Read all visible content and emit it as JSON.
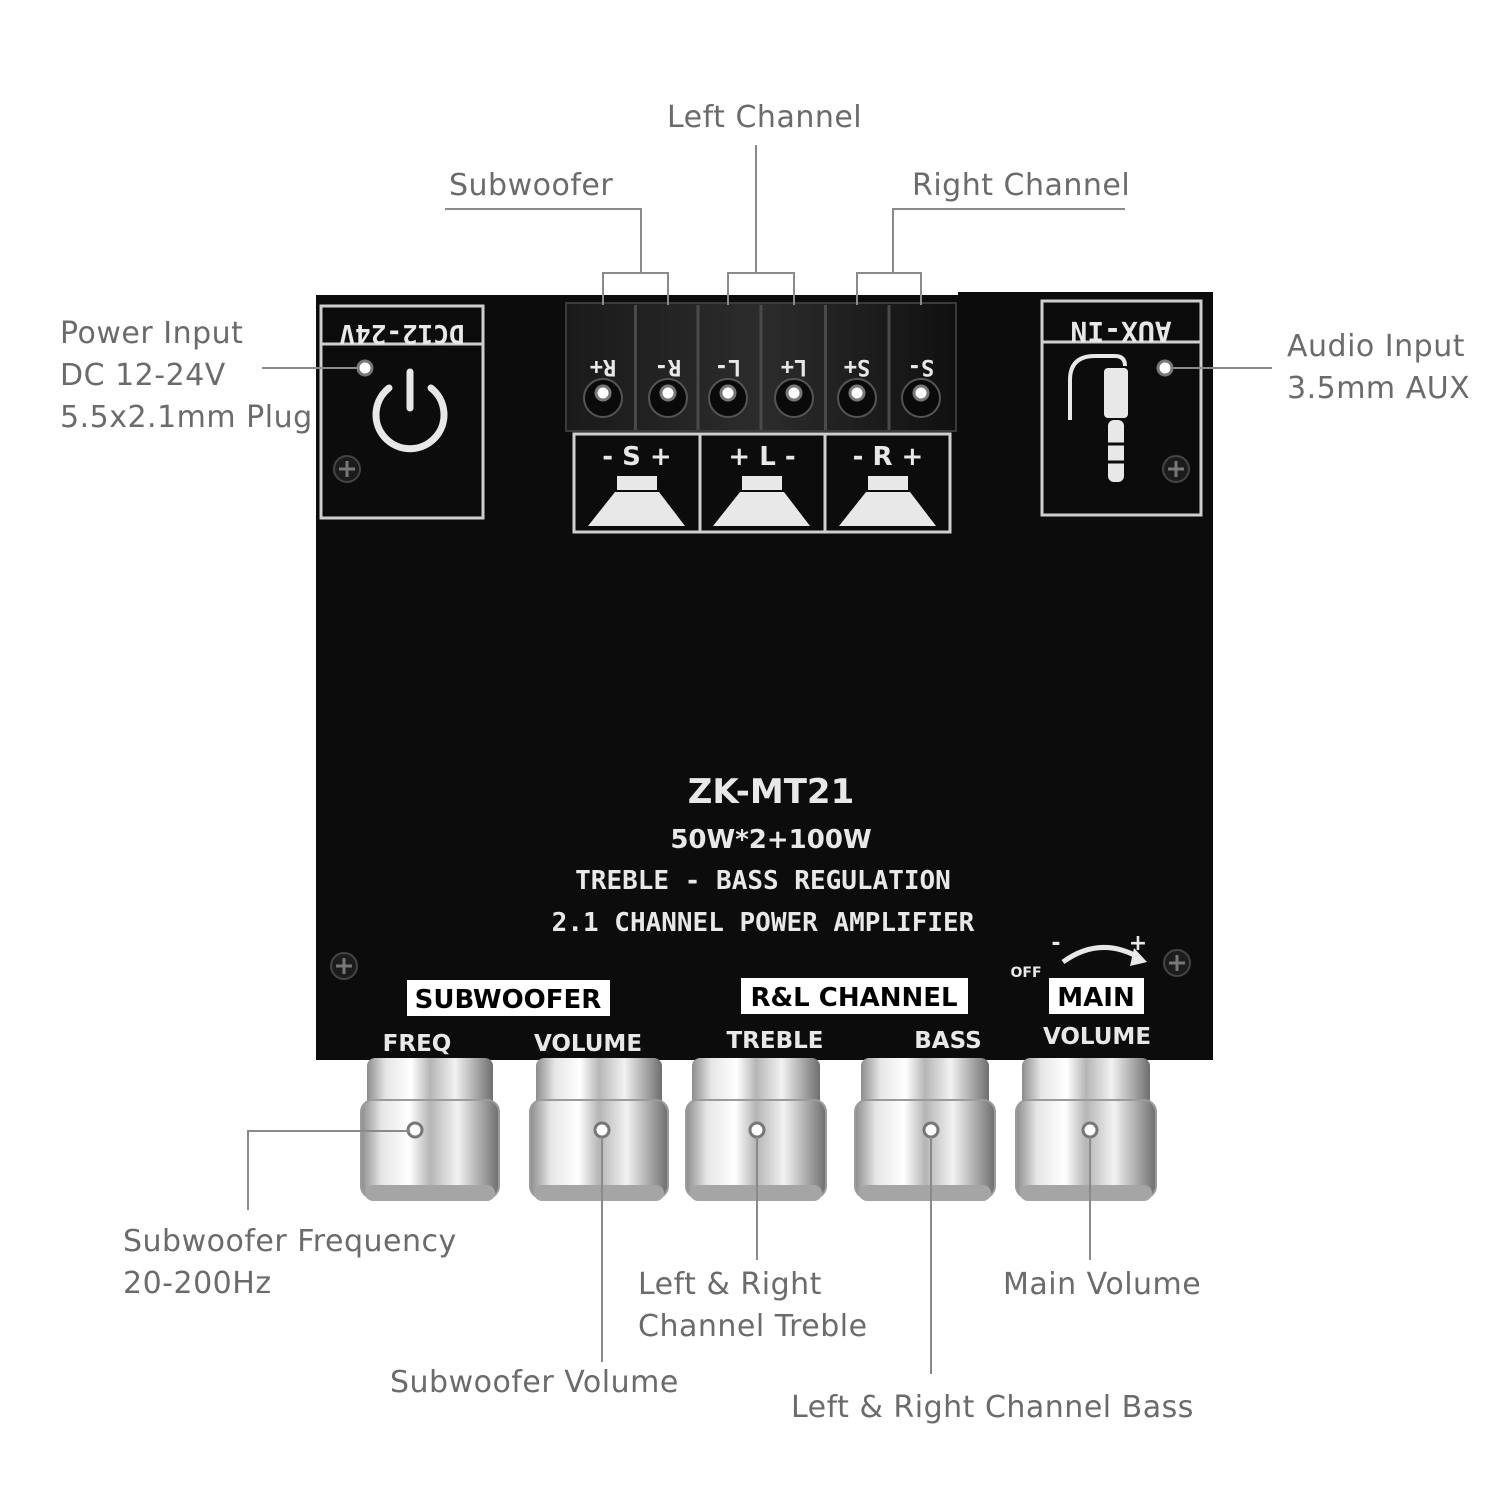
{
  "callouts": {
    "left_channel": "Left Channel",
    "subwoofer": "Subwoofer",
    "right_channel": "Right Channel",
    "power_input": [
      "Power Input",
      "DC 12-24V",
      "5.5x2.1mm Plug"
    ],
    "audio_input": [
      "Audio Input",
      "3.5mm AUX"
    ],
    "sub_freq": [
      "Subwoofer Frequency",
      "20-200Hz"
    ],
    "sub_volume": "Subwoofer Volume",
    "lr_treble": [
      "Left & Right",
      "Channel Treble"
    ],
    "main_volume": "Main Volume",
    "lr_bass": "Left & Right Channel Bass"
  },
  "board": {
    "power_label": "DC12-24V",
    "aux_label": "AUX-IN",
    "terminals": [
      "R+",
      "R-",
      "L-",
      "L+",
      "S+",
      "S-"
    ],
    "speaker_boxes": [
      "- S +",
      "+ L -",
      "- R +"
    ],
    "model": "ZK-MT21",
    "power_rating": "50W*2+100W",
    "line1": "TREBLE - BASS REGULATION",
    "line2": "2.1 CHANNEL POWER AMPLIFIER",
    "group_sub": "SUBWOOFER",
    "group_rl": "R&L CHANNEL",
    "group_main": "MAIN",
    "knob_labels": [
      "FREQ",
      "VOLUME",
      "TREBLE",
      "BASS",
      "VOLUME"
    ],
    "off_label": "OFF",
    "minus": "-",
    "plus": "+"
  },
  "colors": {
    "board": "#0c0c0c",
    "silk": "#e8e8e8",
    "knob": "#c9c9c9",
    "callout_text": "#6b6b6b"
  },
  "icons": [
    "power-icon",
    "aux-jack-icon",
    "speaker-icon",
    "screw-icon",
    "knob-icon"
  ]
}
